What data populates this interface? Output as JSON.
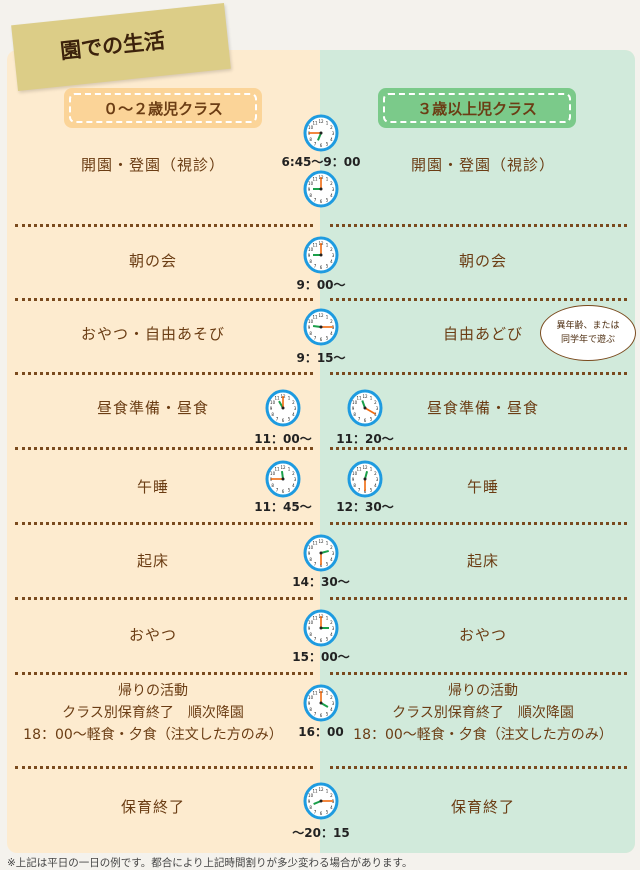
{
  "title": "園での生活",
  "classes": {
    "left": "０～２歳児クラス",
    "right": "３歳以上児クラス"
  },
  "rows": [
    {
      "left": "開園・登園（視診）",
      "right": "開園・登園（視診）",
      "time": "6:45～9：00"
    },
    {
      "left": "朝の会",
      "right": "朝の会",
      "time": "9：00～"
    },
    {
      "left": "おやつ・自由あそび",
      "right": "自由あどび",
      "time": "9：15～"
    },
    {
      "left": "昼食準備・昼食",
      "right": "昼食準備・昼食",
      "time_left": "11：00～",
      "time_right": "11：20～"
    },
    {
      "left": "午睡",
      "right": "午睡",
      "time_left": "11：45～",
      "time_right": "12：30～"
    },
    {
      "left": "起床",
      "right": "起床",
      "time": "14：30～"
    },
    {
      "left": "おやつ",
      "right": "おやつ",
      "time": "15：00～"
    },
    {
      "left": "帰りの活動\nクラス別保育終了　順次降園\n18：00～軽食・夕食（注文した方のみ）",
      "right": "帰りの活動\nクラス別保育終了　順次降園\n18：00～軽食・夕食（注文した方のみ）",
      "time": "16：00"
    },
    {
      "left": "保育終了",
      "right": "保育終了",
      "time": "～20：15"
    }
  ],
  "bubble": "異年齢、または\n同学年で遊ぶ",
  "clocks": [
    {
      "h": 6,
      "m": 45
    },
    {
      "h": 9,
      "m": 0
    },
    {
      "h": 9,
      "m": 0
    },
    {
      "h": 9,
      "m": 15
    },
    {
      "h": 11,
      "m": 0
    },
    {
      "h": 11,
      "m": 20
    },
    {
      "h": 11,
      "m": 45
    },
    {
      "h": 12,
      "m": 30
    },
    {
      "h": 14,
      "m": 30
    },
    {
      "h": 15,
      "m": 0
    },
    {
      "h": 16,
      "m": 0
    },
    {
      "h": 20,
      "m": 15
    }
  ],
  "colors": {
    "left_bg": "#fdebcf",
    "right_bg": "#d1eadb",
    "clock_ring": "#1e9be0",
    "hour_hand": "#1aa04a",
    "minute_hand": "#f06a10"
  },
  "footnote": "※上記は平日の一日の例です。都合により上記時間割りが多少変わる場合があります。"
}
